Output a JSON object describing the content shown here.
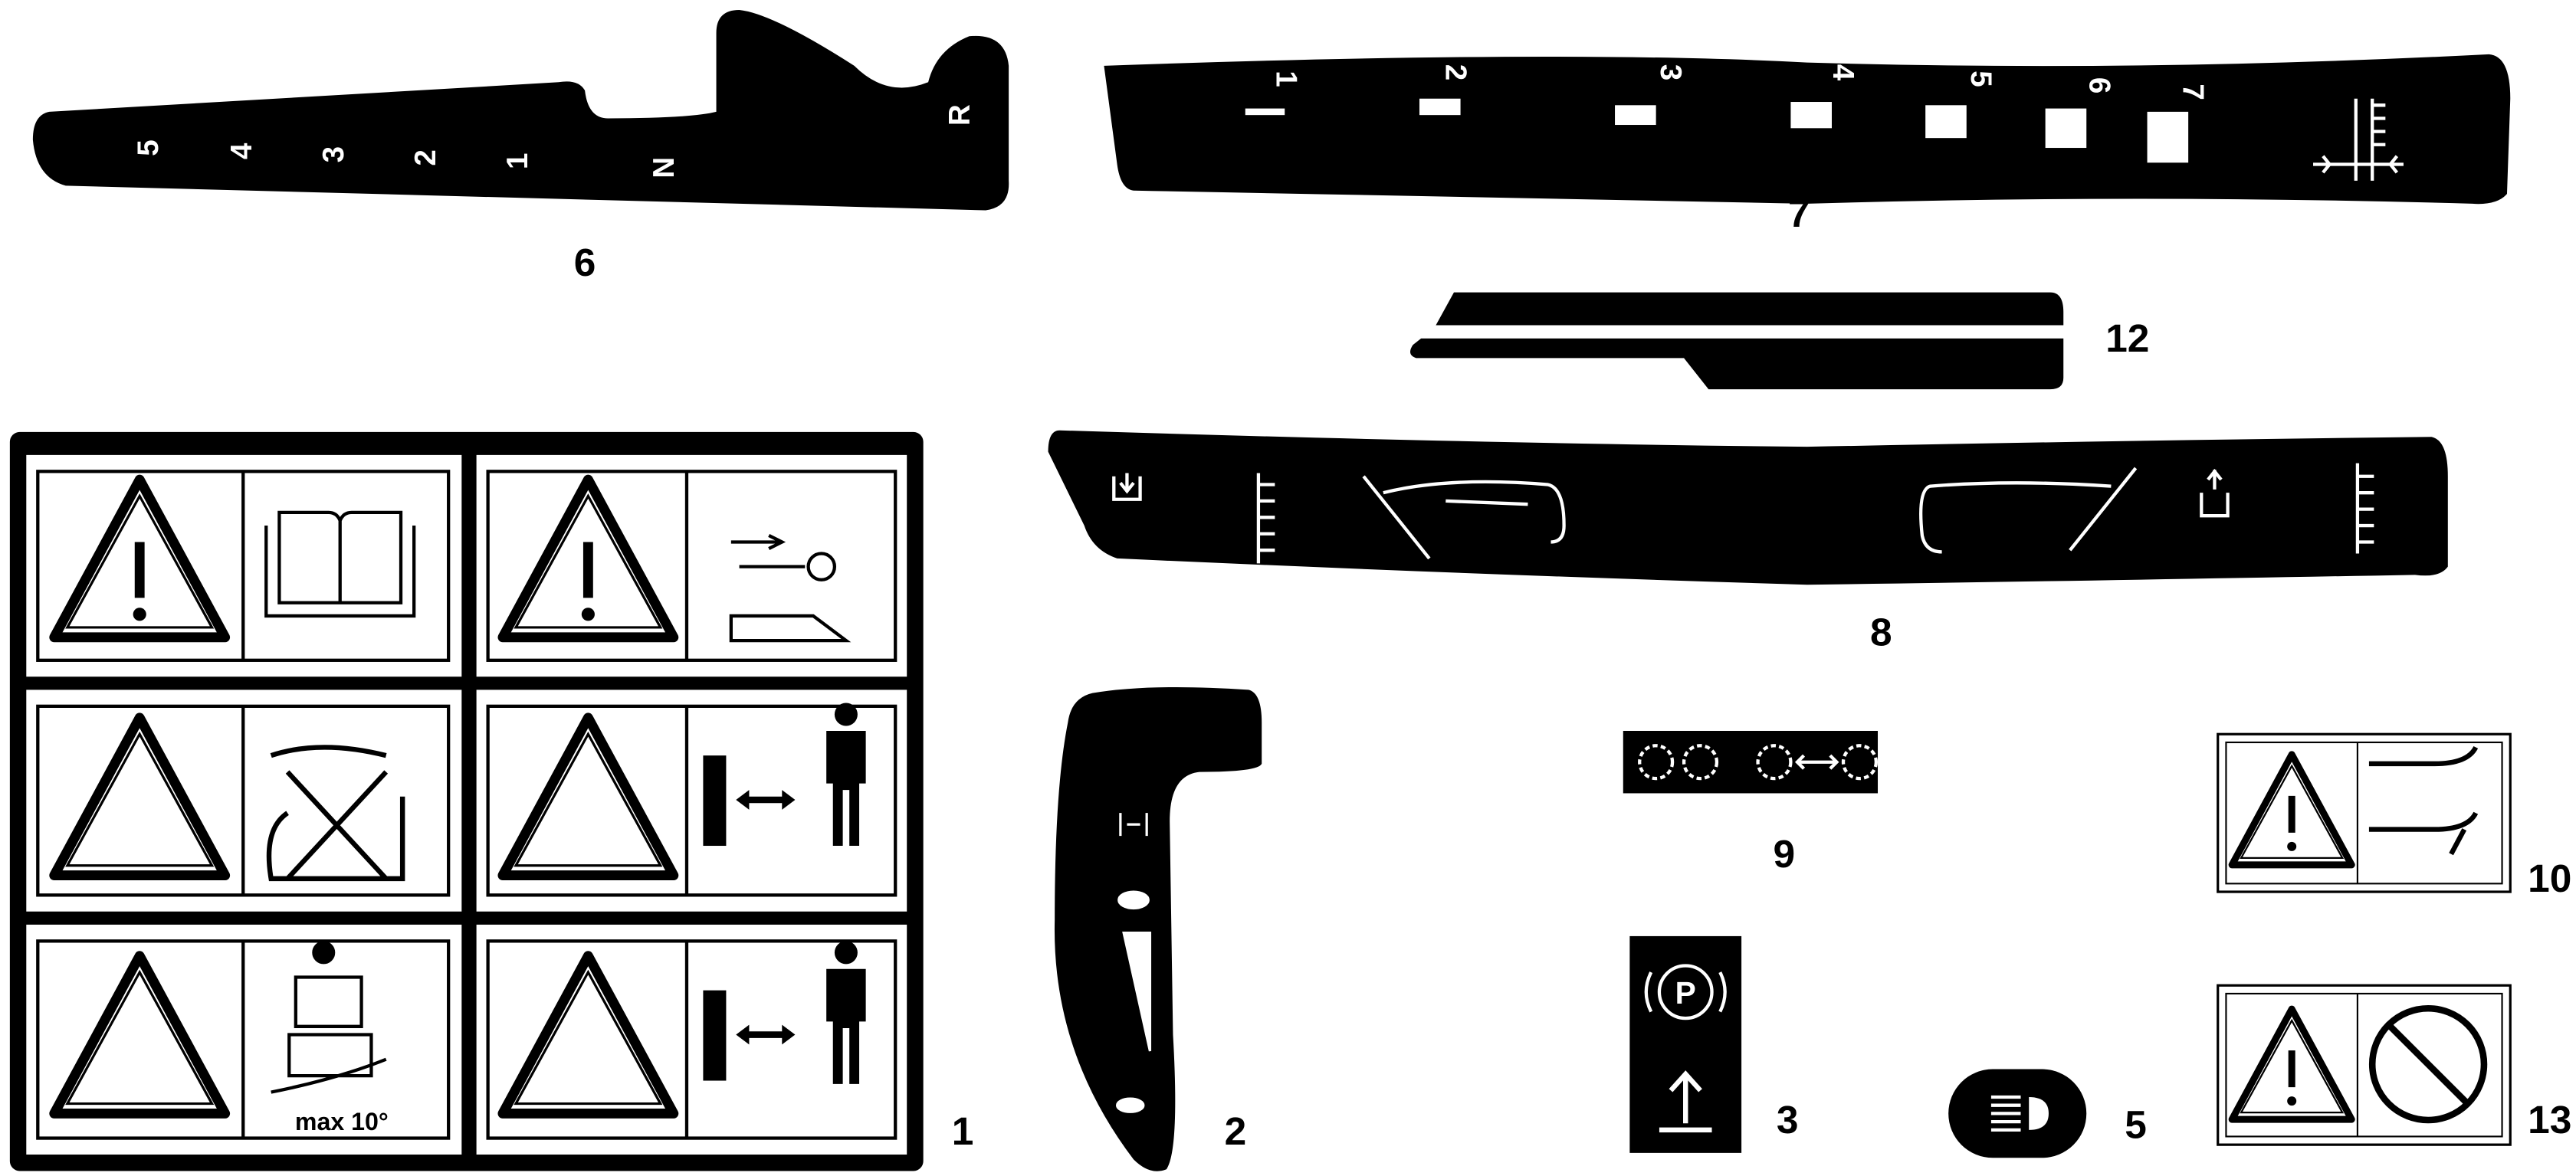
{
  "callouts": {
    "d1": "1",
    "d2": "2",
    "d3": "3",
    "d5": "5",
    "d6": "6",
    "d7": "7",
    "d8": "8",
    "d9": "9",
    "d10": "10",
    "d12": "12",
    "d13": "13"
  },
  "decal6": {
    "gears": [
      "5",
      "4",
      "3",
      "2",
      "1",
      "N",
      "R"
    ]
  },
  "decal7": {
    "speeds": [
      "1",
      "2",
      "3",
      "4",
      "5",
      "6",
      "7"
    ]
  },
  "decal1": {
    "slope_text": "max 10°"
  },
  "decal3": {
    "parking_symbol": "P"
  },
  "colors": {
    "ink": "#000000",
    "paper": "#ffffff"
  }
}
